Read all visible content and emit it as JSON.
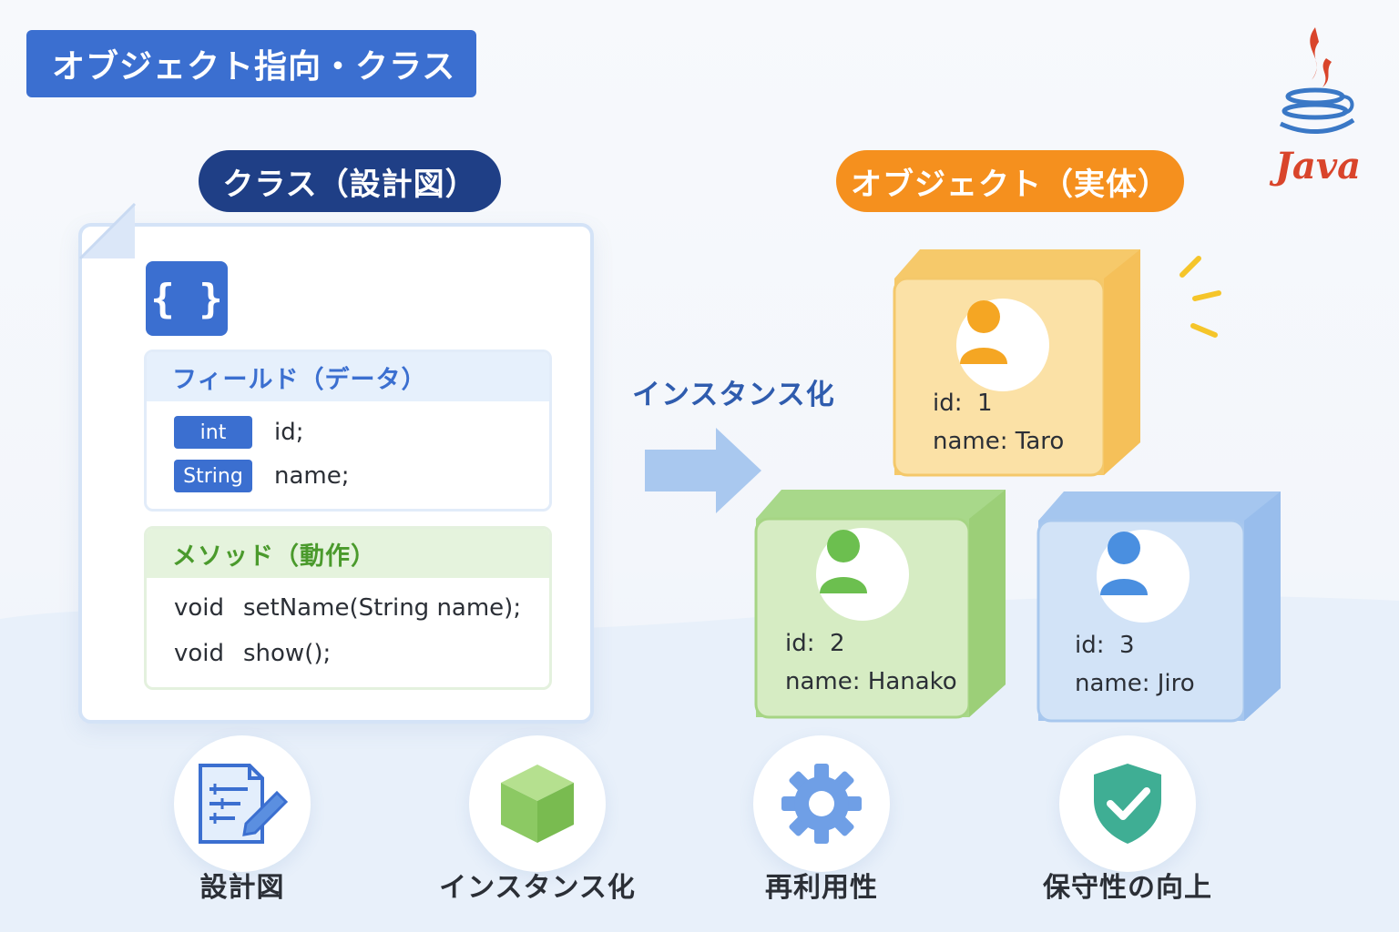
{
  "title": "オブジェクト指向・クラス",
  "logo": {
    "text": "Java"
  },
  "class_panel": {
    "pill": "クラス（設計図）",
    "code_icon": "{ }",
    "fields": {
      "heading": "フィールド（データ）",
      "rows": [
        {
          "type": "int",
          "name": "id;"
        },
        {
          "type": "String",
          "name": "name;"
        }
      ]
    },
    "methods": {
      "heading": "メソッド（動作）",
      "rows": [
        {
          "return": "void",
          "signature": "setName(String name);"
        },
        {
          "return": "void",
          "signature": "show();"
        }
      ]
    }
  },
  "arrow_label": "インスタンス化",
  "object_panel": {
    "pill": "オブジェクト（実体）",
    "objects": [
      {
        "id_label": "id:",
        "id": "1",
        "name_label": "name:",
        "name": "Taro",
        "color": "#f8d98a",
        "accent": "#f5a623"
      },
      {
        "id_label": "id:",
        "id": "2",
        "name_label": "name:",
        "name": "Hanako",
        "color": "#cfe8b8",
        "accent": "#6cbf4f"
      },
      {
        "id_label": "id:",
        "id": "3",
        "name_label": "name:",
        "name": "Jiro",
        "color": "#c9ddf5",
        "accent": "#4a8fe0"
      }
    ]
  },
  "features": [
    {
      "label": "設計図",
      "icon": "blueprint-document-icon"
    },
    {
      "label": "インスタンス化",
      "icon": "green-cube-icon"
    },
    {
      "label": "再利用性",
      "icon": "gear-icon"
    },
    {
      "label": "保守性の向上",
      "icon": "shield-check-icon"
    }
  ],
  "colors": {
    "primary_blue": "#3b6fd0",
    "navy": "#1f3f86",
    "orange": "#f5901e",
    "green": "#4a9a2c"
  }
}
